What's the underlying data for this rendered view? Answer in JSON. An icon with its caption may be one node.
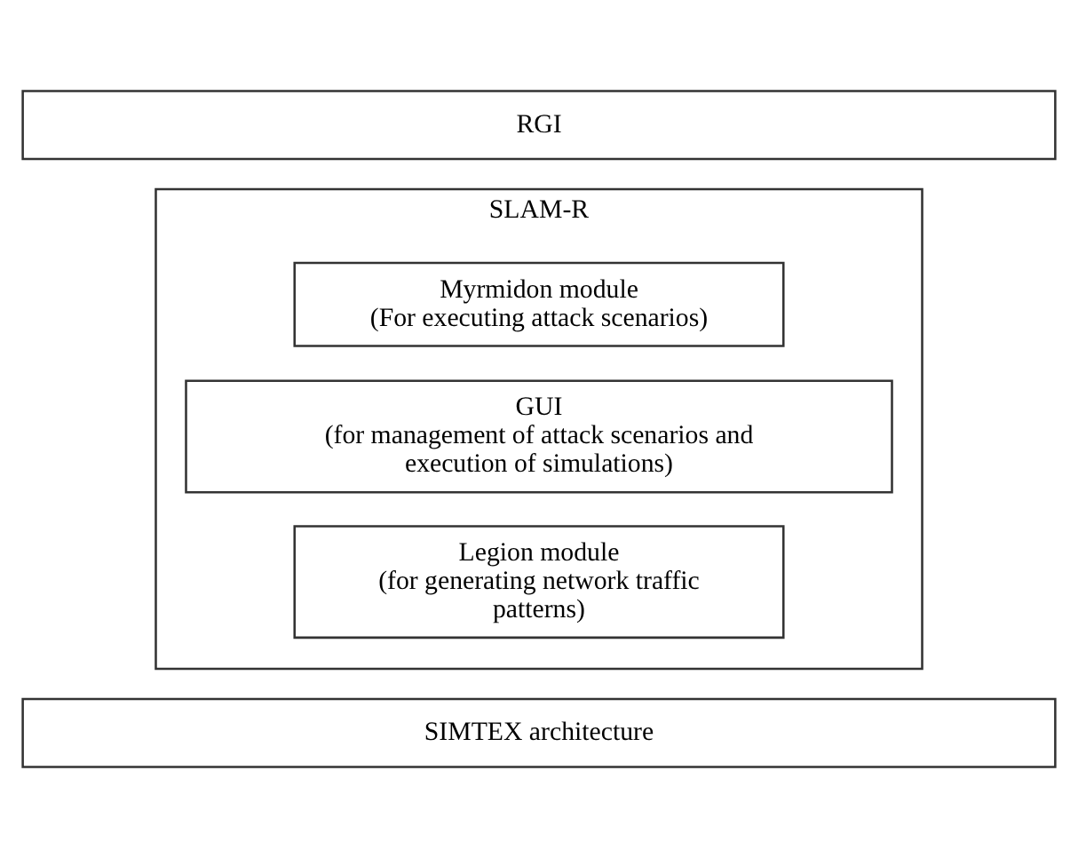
{
  "diagram": {
    "nodes": [
      {
        "text": [
          "SIMTEX architecture"
        ]
      },
      {
        "text": [
          "SLAM-R"
        ]
      },
      {
        "text": [
          "Myrmidon module",
          "(For executing attack scenarios)"
        ],
        "in": 1
      },
      {
        "text": [
          "GUI",
          "(for management of attack scenarios and execution of simulations)"
        ],
        "in": 1
      },
      {
        "text": [
          "Legion module",
          "(for generating network traffic patterns)"
        ],
        "in": 1
      },
      {
        "text": [
          "RGI"
        ]
      }
    ]
  }
}
